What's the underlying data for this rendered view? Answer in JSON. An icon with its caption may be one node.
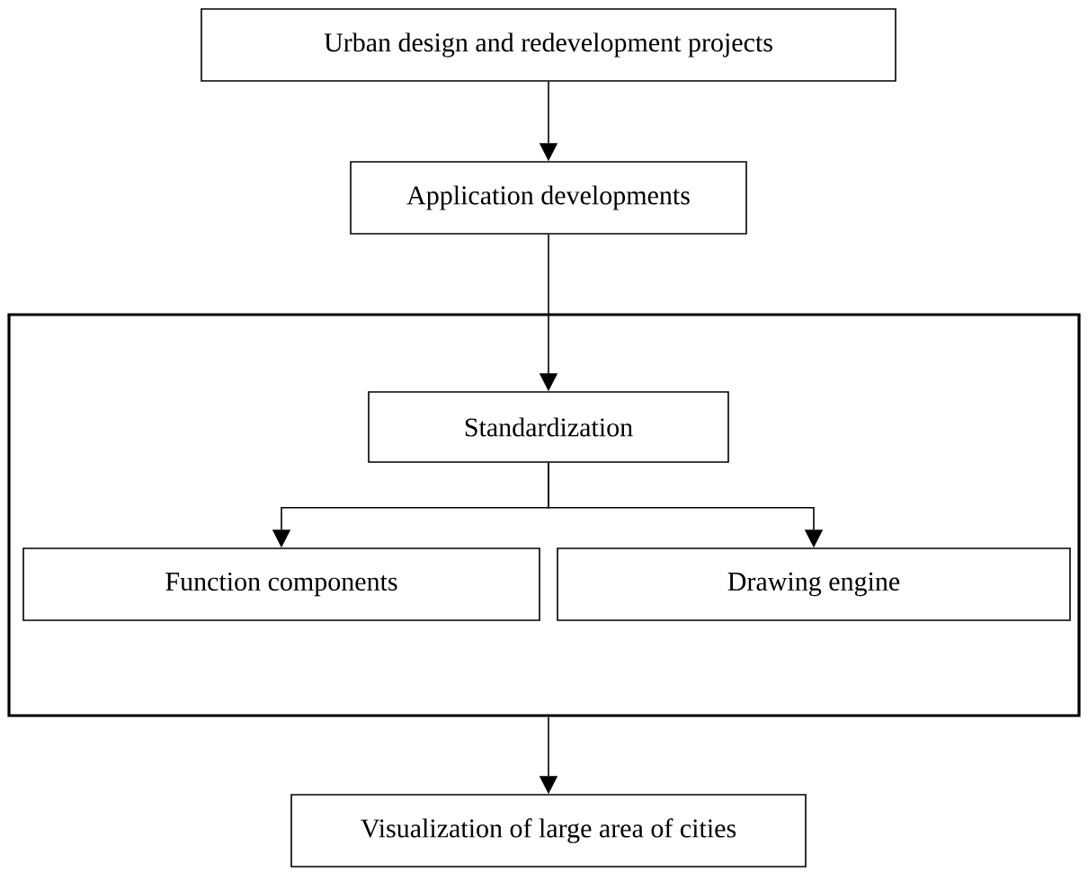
{
  "diagram": {
    "nodes": [
      {
        "text": [
          "Urban design and redevelopment projects"
        ]
      },
      {
        "text": [
          "Application developments"
        ]
      },
      {
        "text": [],
        "shape": "box"
      },
      {
        "text": [
          "Standardization"
        ],
        "in": 2
      },
      {
        "text": [
          "Function components"
        ],
        "in": 2
      },
      {
        "text": [
          "Drawing engine"
        ],
        "in": 2
      },
      {
        "text": [
          "Visualization of large area of cities"
        ]
      }
    ],
    "edges": [
      {
        "from": 0,
        "to": 1,
        "arrow": "to"
      },
      {
        "from": 1,
        "to": 3,
        "arrow": "to"
      },
      {
        "from": 3,
        "to": 4,
        "arrow": "to"
      },
      {
        "from": 3,
        "to": 5,
        "arrow": "to"
      },
      {
        "from": 2,
        "to": 6,
        "arrow": "to"
      }
    ]
  }
}
